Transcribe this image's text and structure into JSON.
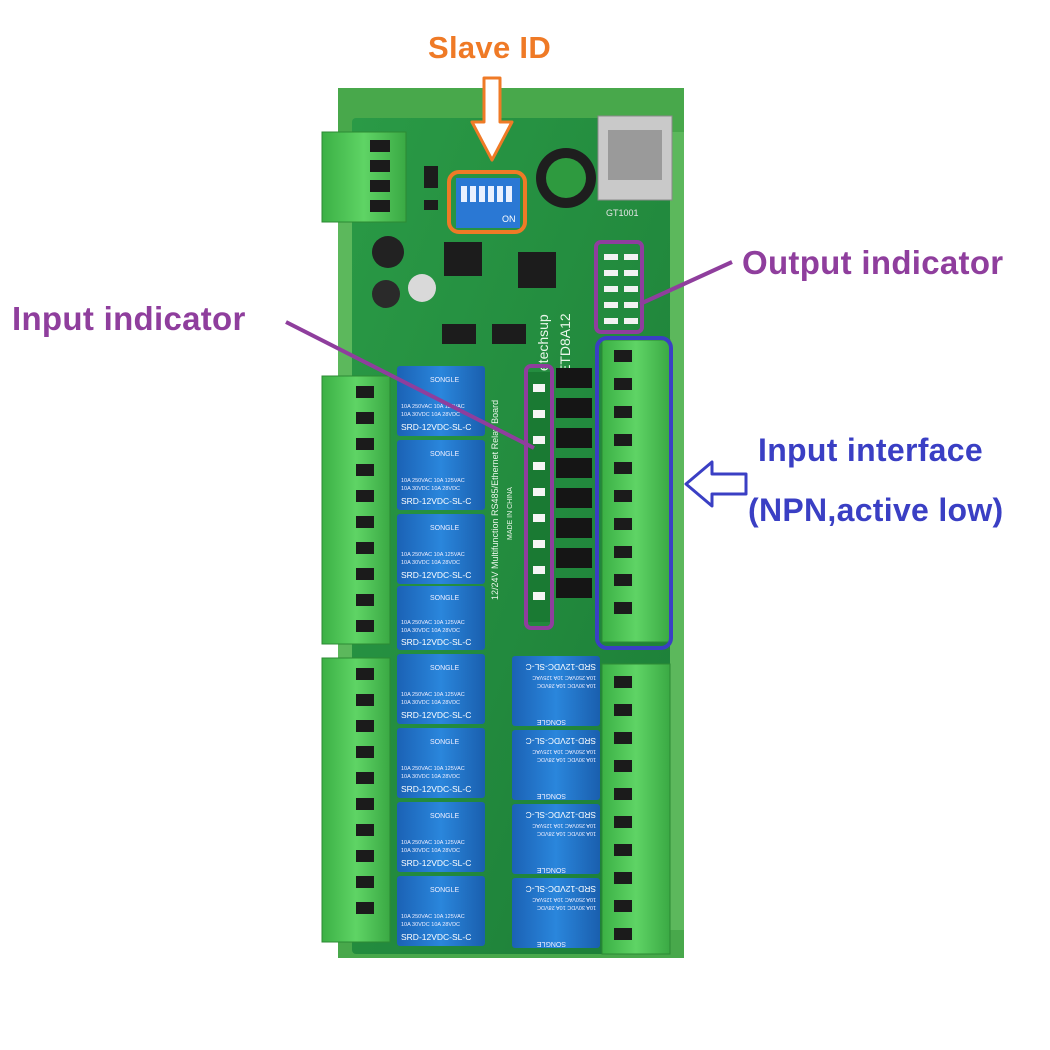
{
  "annotations": {
    "slave_id": "Slave ID",
    "output_indicator": "Output indicator",
    "input_indicator": "Input indicator",
    "input_interface_line1": "Input interface",
    "input_interface_line2": "(NPN,active low)"
  },
  "board": {
    "brand": "eletechsup",
    "model": "ETD8A12",
    "description": "12/24V Multifunction RS485/Ethernet Relay Board",
    "made_in": "MADE IN CHINA",
    "relay_brand": "SONGLE",
    "relay_model": "SRD-12VDC-SL-C",
    "relay_rating_1": "10A 250VAC  10A 125VAC",
    "relay_rating_2": "10A 30VDC  10A 28VDC",
    "dip_label": "ON",
    "connector_label": "GT1001"
  },
  "colors": {
    "orange": "#ef7a26",
    "purple": "#8f3e9d",
    "blue": "#3a3fc4",
    "pcb_green": "#1f8a3c",
    "terminal_green": "#4cc454",
    "relay_blue": "#1f72c9"
  }
}
